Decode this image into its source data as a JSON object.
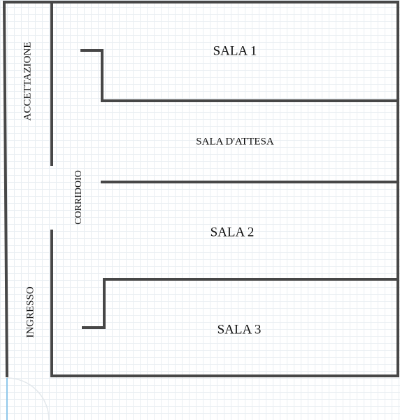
{
  "plan": {
    "wall_color": "#474747",
    "door_color": "#90c8ea",
    "grid_color": "#e9eef2"
  },
  "rooms": {
    "accettazione": "ACCETTAZIONE",
    "corridoio": "CORRIDOIO",
    "ingresso": "INGRESSO",
    "sala1": "SALA 1",
    "sala_attesa": "SALA D'ATTESA",
    "sala2": "SALA 2",
    "sala3": "SALA 3"
  }
}
